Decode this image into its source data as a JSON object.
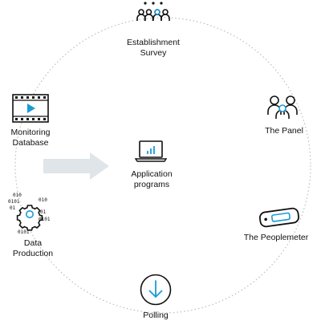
{
  "diagram": {
    "nodes": {
      "establishment_survey": {
        "line1": "Establishment",
        "line2": "Survey",
        "icon": "people-group-icon"
      },
      "the_panel": {
        "label": "The Panel",
        "icon": "family-icon"
      },
      "the_peoplemeter": {
        "label": "The Peoplemeter",
        "icon": "peoplemeter-device-icon"
      },
      "polling": {
        "label": "Polling",
        "icon": "download-arrow-icon"
      },
      "data_production": {
        "line1": "Data",
        "line2": "Production",
        "icon": "gear-binary-icon",
        "binary": [
          "010",
          "0101",
          "01",
          "010",
          "01",
          "0101",
          "0101",
          "01",
          "0101"
        ]
      },
      "monitoring_database": {
        "line1": "Monitoring",
        "line2": "Database",
        "icon": "video-film-icon"
      },
      "application_programs": {
        "line1": "Application",
        "line2": "programs",
        "icon": "laptop-chart-icon"
      }
    },
    "colors": {
      "accent": "#1a9bd7",
      "ring": "#bdbdbd",
      "arrow": "#dfe5e9",
      "ink": "#111111"
    }
  }
}
